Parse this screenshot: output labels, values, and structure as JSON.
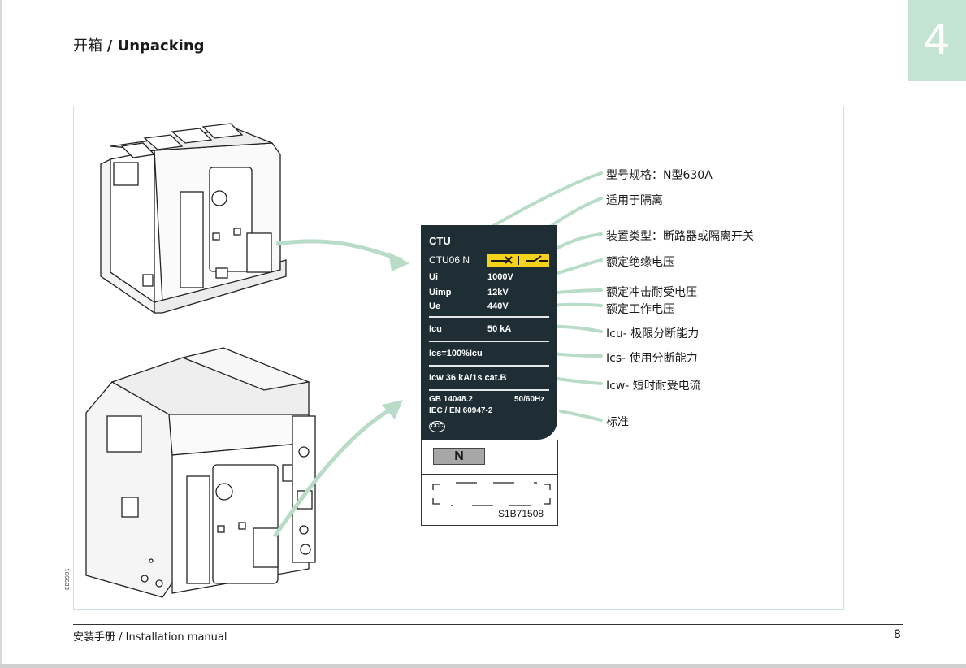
{
  "chapter_number": "4",
  "title": {
    "zh": "开箱",
    "en": "/ Unpacking"
  },
  "figure_code": "EB9991",
  "footer": {
    "manual": "安装手册 / Installation manual",
    "page": "8"
  },
  "nameplate": {
    "brand": "CTU",
    "model": "CTU06 N",
    "ui_label": "Ui",
    "ui_value": "1000V",
    "uimp_label": "Uimp",
    "uimp_value": "12kV",
    "ue_label": "Ue",
    "ue_value": "440V",
    "icu_label": "Icu",
    "icu_value": "50 kA",
    "ics": "Ics=100%Icu",
    "icw": "Icw  36 kA/1s cat.B",
    "std1": "GB 14048.2",
    "freq": "50/60Hz",
    "std2": "IEC / EN 60947-2",
    "ccc": "CCC",
    "type_box": "N",
    "serial": "S1B71508"
  },
  "callouts": [
    "型号规格：N型630A",
    "适用于隔离",
    "装置类型：断路器或隔离开关",
    "额定绝缘电压",
    "额定冲击耐受电压",
    "额定工作电压",
    "Icu- 极限分断能力",
    "Ics- 使用分断能力",
    "Icw- 短时耐受电流",
    "标准"
  ],
  "colors": {
    "accent": "#c5e3d3",
    "arrow": "#b8dcc7",
    "plate": "#1f2d35",
    "symbol": "#f6d21a"
  }
}
